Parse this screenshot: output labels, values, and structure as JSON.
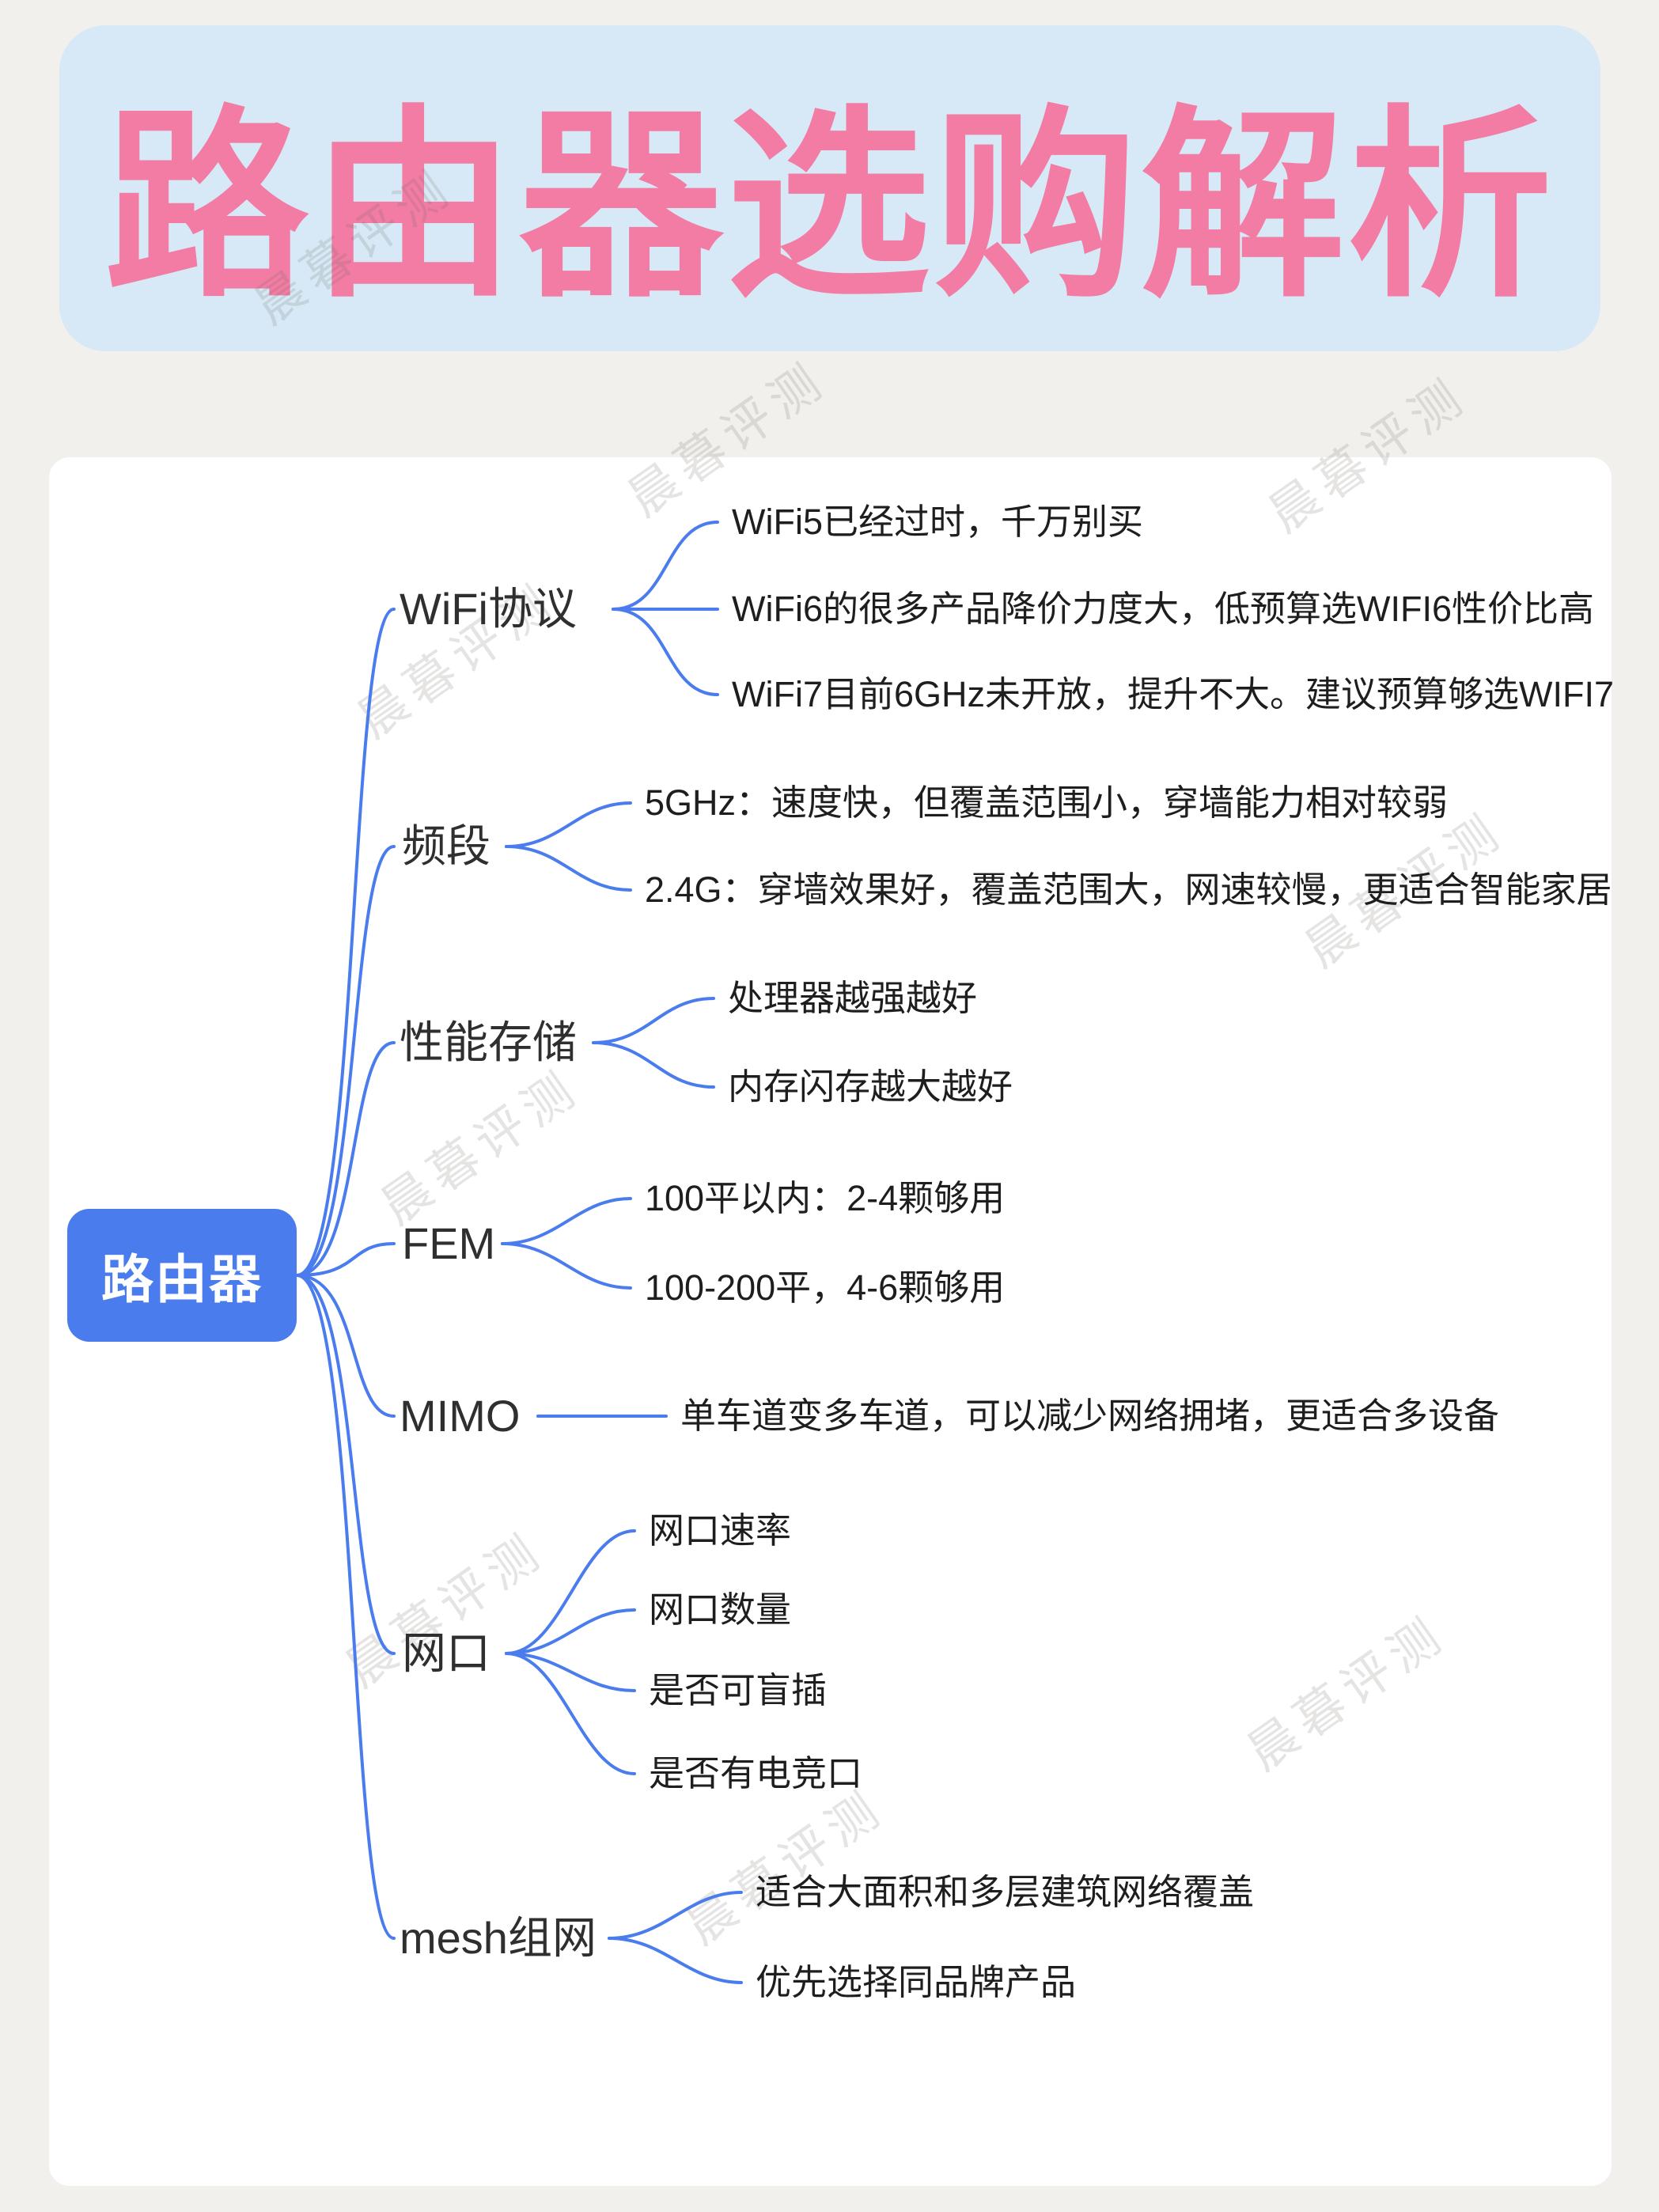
{
  "title": "路由器选购解析",
  "watermark": "晨暮评测",
  "colors": {
    "title_pink": "#f27ca3",
    "banner_blue": "#d7e9f6",
    "node_blue": "#4a7cee",
    "line_blue": "#4a7cee",
    "page_background": "#f2f0ed",
    "card_background": "#ffffff"
  },
  "mindmap": {
    "root": "路由器",
    "branches": [
      {
        "label": "WiFi协议",
        "children": [
          "WiFi5已经过时，千万别买",
          "WiFi6的很多产品降价力度大，低预算选WIFI6性价比高",
          "WiFi7目前6GHz未开放，提升不大。建议预算够选WIFI7"
        ]
      },
      {
        "label": "频段",
        "children": [
          "5GHz：速度快，但覆盖范围小，穿墙能力相对较弱",
          "2.4G：穿墙效果好，覆盖范围大，网速较慢，更适合智能家居"
        ]
      },
      {
        "label": "性能存储",
        "children": [
          "处理器越强越好",
          "内存闪存越大越好"
        ]
      },
      {
        "label": "FEM",
        "children": [
          "100平以内：2-4颗够用",
          "100-200平，4-6颗够用"
        ]
      },
      {
        "label": "MIMO",
        "children": [
          "单车道变多车道，可以减少网络拥堵，更适合多设备"
        ]
      },
      {
        "label": "网口",
        "children": [
          "网口速率",
          "网口数量",
          "是否可盲插",
          "是否有电竞口"
        ]
      },
      {
        "label": "mesh组网",
        "children": [
          "适合大面积和多层建筑网络覆盖",
          "优先选择同品牌产品"
        ]
      }
    ]
  }
}
